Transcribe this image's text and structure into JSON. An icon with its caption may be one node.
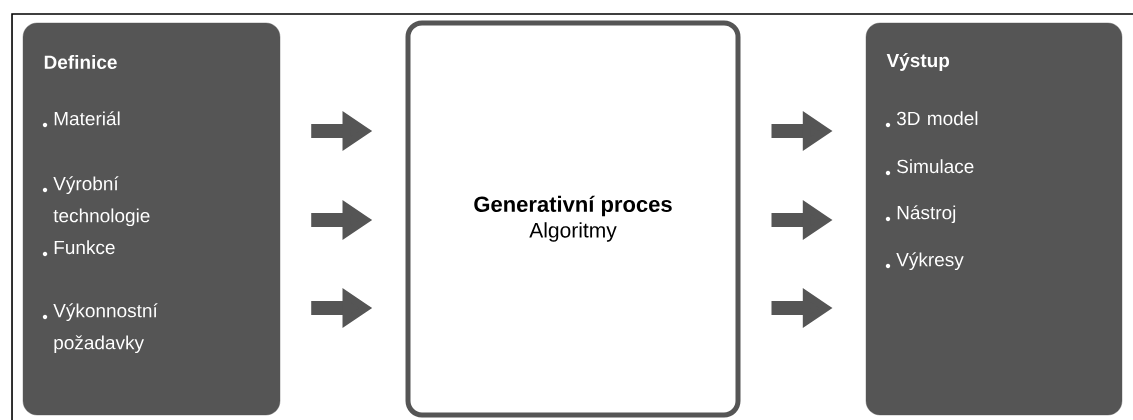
{
  "diagram": {
    "nodes": [
      {
        "text": [
          "Definice",
          "Materiál",
          "Výrobní technologie",
          "Funkce",
          "Výkonnostní požadavky"
        ]
      },
      {
        "text": [
          "Generativní proces",
          "Algoritmy"
        ]
      },
      {
        "text": [
          "Výstup",
          "3D model",
          "Simulace",
          "Nástroj",
          "Výkresy"
        ]
      }
    ],
    "edges": [
      {
        "from": 0,
        "to": 1,
        "arrow": "to"
      },
      {
        "from": 0,
        "to": 1,
        "arrow": "to"
      },
      {
        "from": 0,
        "to": 1,
        "arrow": "to"
      },
      {
        "from": 1,
        "to": 2,
        "arrow": "to"
      },
      {
        "from": 1,
        "to": 2,
        "arrow": "to"
      },
      {
        "from": 1,
        "to": 2,
        "arrow": "to"
      }
    ]
  }
}
